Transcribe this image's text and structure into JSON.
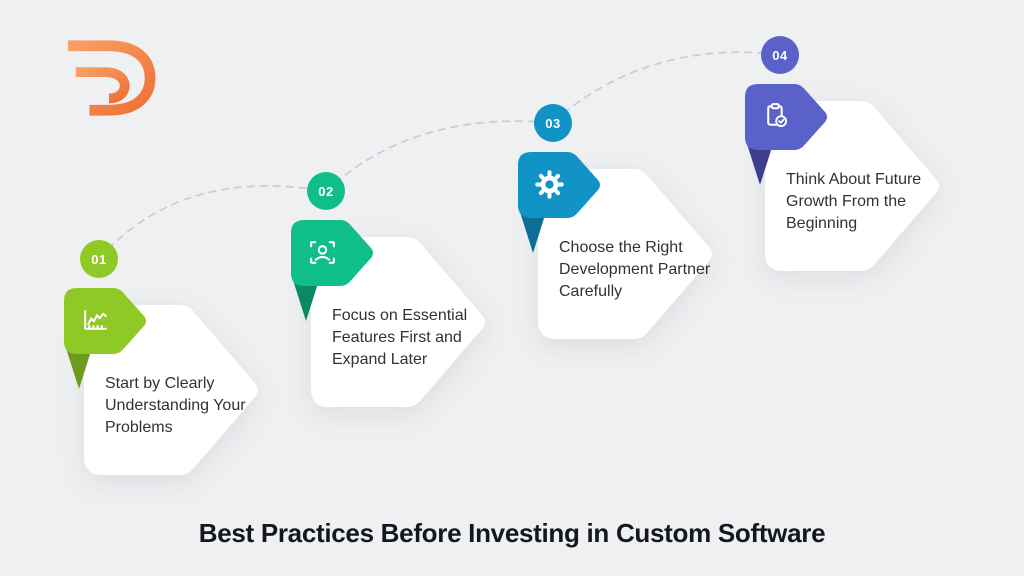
{
  "background_color": "#eff0f2",
  "logo": {
    "name": "TD monogram logo",
    "gradient_start": "#F8A066",
    "gradient_end": "#F06F35"
  },
  "title": "Best Practices Before Investing in Custom Software",
  "connector": {
    "style": "dashed curve",
    "color": "#c6cdd3"
  },
  "steps": [
    {
      "number": "01",
      "title": "Start by Clearly Understanding Your Problems",
      "color": "#8FC926",
      "fold_color": "#6E9B1E",
      "icon": "line-chart-icon"
    },
    {
      "number": "02",
      "title": "Focus on Essential Features First and Expand Later",
      "color": "#10BE87",
      "fold_color": "#0A8A62",
      "icon": "user-focus-icon"
    },
    {
      "number": "03",
      "title": "Choose the Right Development Partner Carefully",
      "color": "#1193C6",
      "fold_color": "#0C6E96",
      "icon": "gear-icon"
    },
    {
      "number": "04",
      "title": "Think About Future Growth From the Beginning",
      "color": "#5A61C8",
      "fold_color": "#3D3E90",
      "icon": "clipboard-check-icon"
    }
  ]
}
